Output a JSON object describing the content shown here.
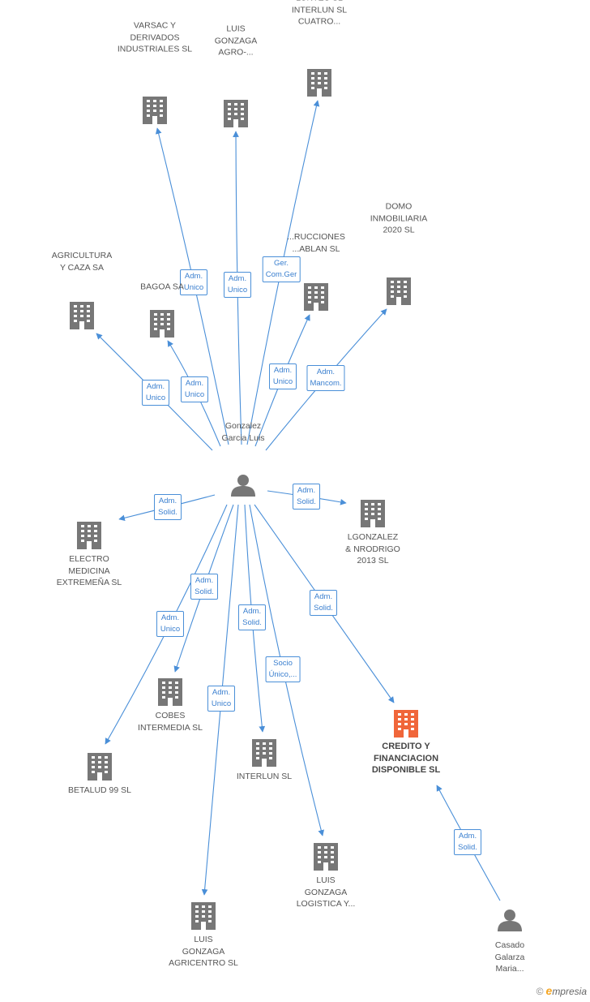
{
  "colors": {
    "edge": "#4a8fd8",
    "company": "#777777",
    "company_highlight": "#f0663a",
    "person": "#777777"
  },
  "nodes": [
    {
      "id": "varsac",
      "type": "company",
      "label": "VARSAC Y\nDERIVADOS\nINDUSTRIALES SL"
    },
    {
      "id": "gonzaga_agro",
      "type": "company",
      "label": "LUIS\nGONZAGA\nAGRO-..."
    },
    {
      "id": "luntec",
      "type": "company",
      "label": "LUNTEC SL\nINTERLUN SL\nCUATRO..."
    },
    {
      "id": "agricultura",
      "type": "company",
      "label": "AGRICULTURA\nY CAZA SA"
    },
    {
      "id": "bagoa",
      "type": "company",
      "label": "BAGOA SA"
    },
    {
      "id": "construcciones",
      "type": "company",
      "label": "...RUCCIONES\n...ABLAN SL"
    },
    {
      "id": "domo",
      "type": "company",
      "label": "DOMO\nINMOBILIARIA\n2020 SL"
    },
    {
      "id": "gonzalez",
      "type": "person",
      "label": "Gonzalez\nGarcia Luis"
    },
    {
      "id": "electro",
      "type": "company",
      "label": "ELECTRO\nMEDICINA\nEXTREMEÑA SL"
    },
    {
      "id": "lgonzalez",
      "type": "company",
      "label": "LGONZALEZ\n& NRODRIGO\n2013 SL"
    },
    {
      "id": "cobes",
      "type": "company",
      "label": "COBES\nINTERMEDIA SL"
    },
    {
      "id": "betalud",
      "type": "company",
      "label": "BETALUD 99 SL"
    },
    {
      "id": "interlun",
      "type": "company",
      "label": "INTERLUN SL"
    },
    {
      "id": "credito",
      "type": "company_highlight",
      "label": "CREDITO Y\nFINANCIACION\nDISPONIBLE SL"
    },
    {
      "id": "logistica",
      "type": "company",
      "label": "LUIS\nGONZAGA\nLOGISTICA Y..."
    },
    {
      "id": "agricentro",
      "type": "company",
      "label": "LUIS\nGONZAGA\nAGRICENTRO SL"
    },
    {
      "id": "casado",
      "type": "person",
      "label": "Casado\nGalarza\nMaria..."
    }
  ],
  "edges": [
    {
      "from": "gonzalez",
      "to": "varsac",
      "label": "Adm.\nUnico"
    },
    {
      "from": "gonzalez",
      "to": "gonzaga_agro",
      "label": "Adm.\nUnico"
    },
    {
      "from": "gonzalez",
      "to": "luntec",
      "label": "Ger.\nCom.Ger"
    },
    {
      "from": "gonzalez",
      "to": "agricultura",
      "label": "Adm.\nUnico"
    },
    {
      "from": "gonzalez",
      "to": "bagoa",
      "label": "Adm.\nUnico"
    },
    {
      "from": "gonzalez",
      "to": "construcciones",
      "label": "Adm.\nUnico"
    },
    {
      "from": "gonzalez",
      "to": "domo",
      "label": "Adm.\nMancom."
    },
    {
      "from": "gonzalez",
      "to": "electro",
      "label": "Adm.\nSolid."
    },
    {
      "from": "gonzalez",
      "to": "lgonzalez",
      "label": "Adm.\nSolid."
    },
    {
      "from": "gonzalez",
      "to": "cobes",
      "label": "Adm.\nSolid."
    },
    {
      "from": "gonzalez",
      "to": "betalud",
      "label": "Adm.\nUnico"
    },
    {
      "from": "gonzalez",
      "to": "interlun",
      "label": "Adm.\nSolid."
    },
    {
      "from": "gonzalez",
      "to": "logistica",
      "label": "Socio\nÚnico,..."
    },
    {
      "from": "gonzalez",
      "to": "credito",
      "label": "Adm.\nSolid."
    },
    {
      "from": "gonzalez",
      "to": "agricentro",
      "label": "Adm.\nUnico"
    },
    {
      "from": "casado",
      "to": "credito",
      "label": "Adm.\nSolid."
    }
  ],
  "footer": {
    "copyright": "©",
    "brand_initial": "e",
    "brand_rest": "mpresia"
  }
}
